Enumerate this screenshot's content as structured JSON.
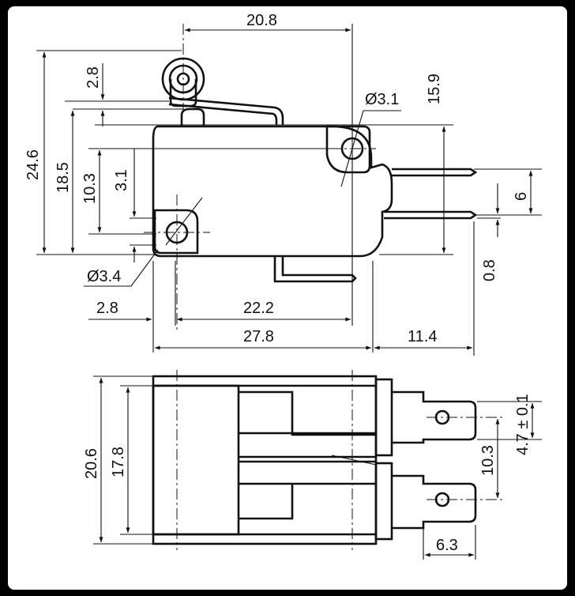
{
  "side_view": {
    "dimensions": {
      "roller_to_tab": "20.8",
      "lever_offset": "2.8",
      "overall_height": "24.6",
      "body_height": "18.5",
      "hole_spacing_v": "10.3",
      "hole_offset_v": "3.1",
      "top_to_terminal": "15.9",
      "hole_dia_top": "Ø3.1",
      "terminal_pitch": "6",
      "terminal_offset": "0.8",
      "hole_dia_bottom": "Ø3.4",
      "left_offset": "2.8",
      "hole_spacing_h": "22.2",
      "body_length": "27.8",
      "terminal_length": "11.4"
    }
  },
  "bottom_view": {
    "dimensions": {
      "overall_width": "20.6",
      "inner_width": "17.8",
      "tab_tolerance": "4.7 ± 0.1",
      "tab_spacing": "10.3",
      "tab_length": "6.3"
    }
  },
  "colors": {
    "background": "#000000",
    "panel": "#ffffff",
    "ink": "#111111"
  }
}
